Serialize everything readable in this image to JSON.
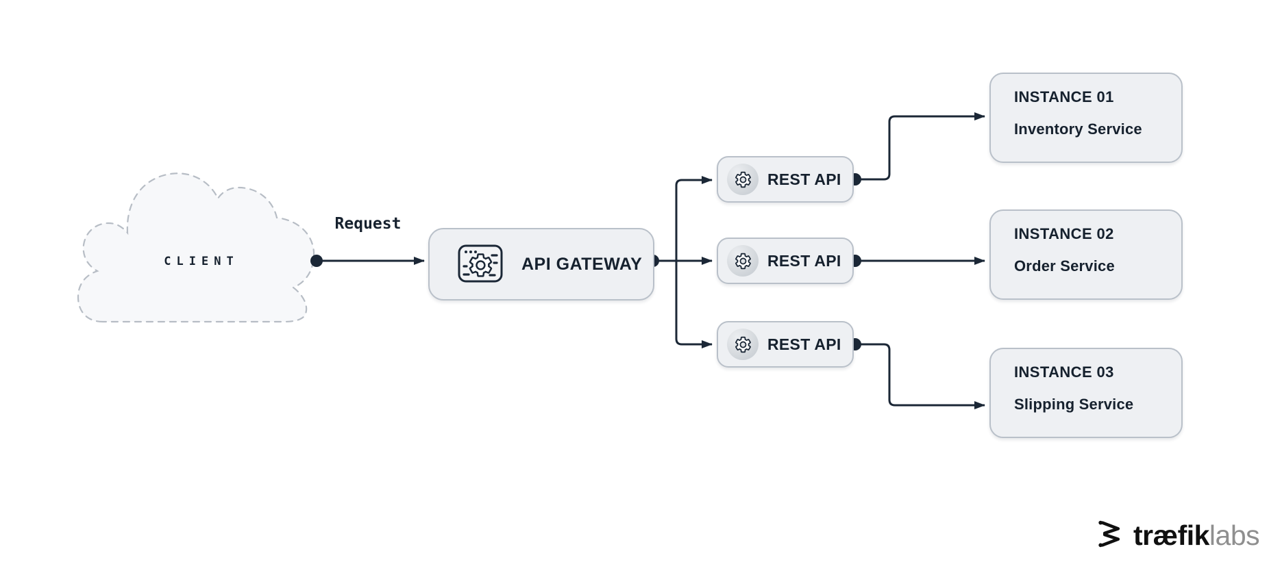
{
  "diagram": {
    "title_hint": "API gateway load-balancing architecture diagram",
    "client": {
      "label": "CLIENT",
      "shape": "dashed-cloud"
    },
    "request": {
      "label": "Request"
    },
    "gateway": {
      "label": "API GATEWAY",
      "icon": "gear-window-icon"
    },
    "rest_apis": [
      {
        "label": "REST API",
        "icon": "gear-icon"
      },
      {
        "label": "REST API",
        "icon": "gear-icon"
      },
      {
        "label": "REST API",
        "icon": "gear-icon"
      }
    ],
    "instances": [
      {
        "title": "INSTANCE 01",
        "service": "Inventory Service"
      },
      {
        "title": "INSTANCE 02",
        "service": "Order Service"
      },
      {
        "title": "INSTANCE 03",
        "service": "Slipping Service"
      }
    ],
    "branding": {
      "logo_bold": "træfik",
      "logo_light": "labs",
      "logo_icon": "traefik-chevrons-icon"
    },
    "colors": {
      "line": "#1b2736",
      "text": "#16212e",
      "box_fill": "#eef0f3",
      "box_border": "#b9c0c9",
      "cloud_fill": "#f7f8fa",
      "cloud_border": "#b7bdc5",
      "labs_gray": "#8f8f8f"
    }
  }
}
